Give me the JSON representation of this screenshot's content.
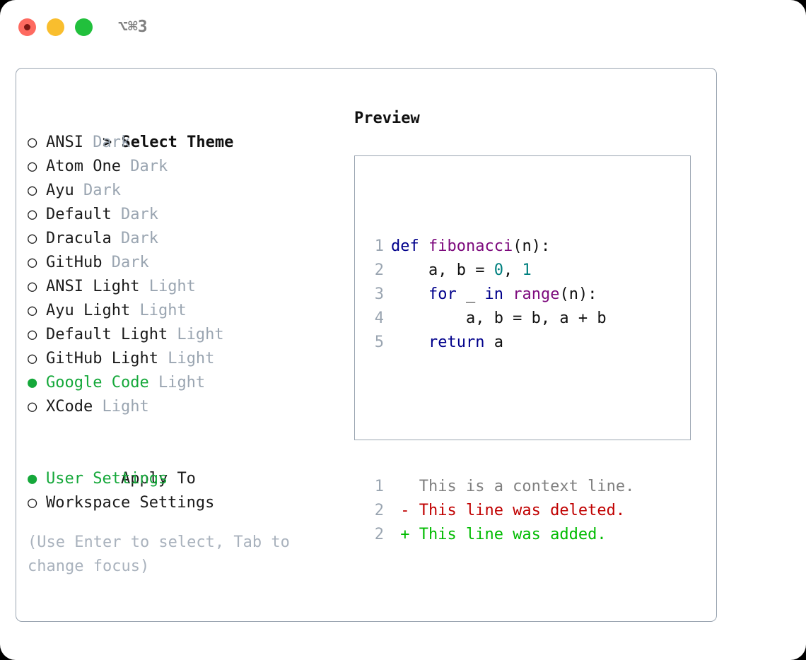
{
  "window": {
    "traffic_lights": [
      {
        "name": "close",
        "color": "#fe6a60"
      },
      {
        "name": "minimize",
        "color": "#f9be2e"
      },
      {
        "name": "zoom",
        "color": "#21c03c"
      }
    ],
    "shortcut": "⌥⌘3"
  },
  "theme_panel": {
    "header": "> Select Theme",
    "marker_unselected": "○",
    "marker_selected": "●",
    "items": [
      {
        "marker": "○",
        "name": "ANSI",
        "suffix": "Dark",
        "selected": false
      },
      {
        "marker": "○",
        "name": "Atom One",
        "suffix": "Dark",
        "selected": false
      },
      {
        "marker": "○",
        "name": "Ayu",
        "suffix": "Dark",
        "selected": false
      },
      {
        "marker": "○",
        "name": "Default",
        "suffix": "Dark",
        "selected": false
      },
      {
        "marker": "○",
        "name": "Dracula",
        "suffix": "Dark",
        "selected": false
      },
      {
        "marker": "○",
        "name": "GitHub",
        "suffix": "Dark",
        "selected": false
      },
      {
        "marker": "○",
        "name": "ANSI Light",
        "suffix": "Light",
        "selected": false
      },
      {
        "marker": "○",
        "name": "Ayu Light",
        "suffix": "Light",
        "selected": false
      },
      {
        "marker": "○",
        "name": "Default Light",
        "suffix": "Light",
        "selected": false
      },
      {
        "marker": "○",
        "name": "GitHub Light",
        "suffix": "Light",
        "selected": false
      },
      {
        "marker": "●",
        "name": "Google Code",
        "suffix": "Light",
        "selected": true
      },
      {
        "marker": "○",
        "name": "XCode",
        "suffix": "Light",
        "selected": false
      }
    ]
  },
  "apply_to": {
    "title": "Apply To",
    "options": [
      {
        "marker": "●",
        "label": "User Settings",
        "selected": true
      },
      {
        "marker": "○",
        "label": "Workspace Settings",
        "selected": false
      }
    ]
  },
  "hint": "(Use Enter to select, Tab to change focus)",
  "preview": {
    "title": "Preview",
    "code_lines": [
      {
        "num": "1",
        "tokens": [
          {
            "t": "def ",
            "c": "kw"
          },
          {
            "t": "fibonacci",
            "c": "fn"
          },
          {
            "t": "(n):",
            "c": "plain"
          }
        ]
      },
      {
        "num": "2",
        "tokens": [
          {
            "t": "    a, b = ",
            "c": "plain"
          },
          {
            "t": "0",
            "c": "num"
          },
          {
            "t": ", ",
            "c": "plain"
          },
          {
            "t": "1",
            "c": "num"
          }
        ]
      },
      {
        "num": "3",
        "tokens": [
          {
            "t": "    for ",
            "c": "kw"
          },
          {
            "t": "_ ",
            "c": "plain"
          },
          {
            "t": "in ",
            "c": "kw"
          },
          {
            "t": "range",
            "c": "fn"
          },
          {
            "t": "(n):",
            "c": "plain"
          }
        ]
      },
      {
        "num": "4",
        "tokens": [
          {
            "t": "        a, b = b, a + b",
            "c": "plain"
          }
        ]
      },
      {
        "num": "5",
        "tokens": [
          {
            "t": "    return ",
            "c": "kw"
          },
          {
            "t": "a",
            "c": "plain"
          }
        ]
      }
    ],
    "diff_lines": [
      {
        "num": "1",
        "tokens": [
          {
            "t": "   This is a context line.",
            "c": "ctx"
          }
        ]
      },
      {
        "num": "2",
        "tokens": [
          {
            "t": " - This line was deleted.",
            "c": "del"
          }
        ]
      },
      {
        "num": "2",
        "tokens": [
          {
            "t": " + This line was added.",
            "c": "add"
          }
        ]
      }
    ]
  },
  "colors": {
    "accent_green": "#15a83a",
    "muted": "#9aa5b1",
    "hint": "#a9b2bd",
    "keyword": "#00008b",
    "function": "#7d0a7d",
    "number": "#00807f",
    "context": "#808080",
    "deleted": "#c00000",
    "added": "#00bb00",
    "border": "#9aa5b1"
  }
}
